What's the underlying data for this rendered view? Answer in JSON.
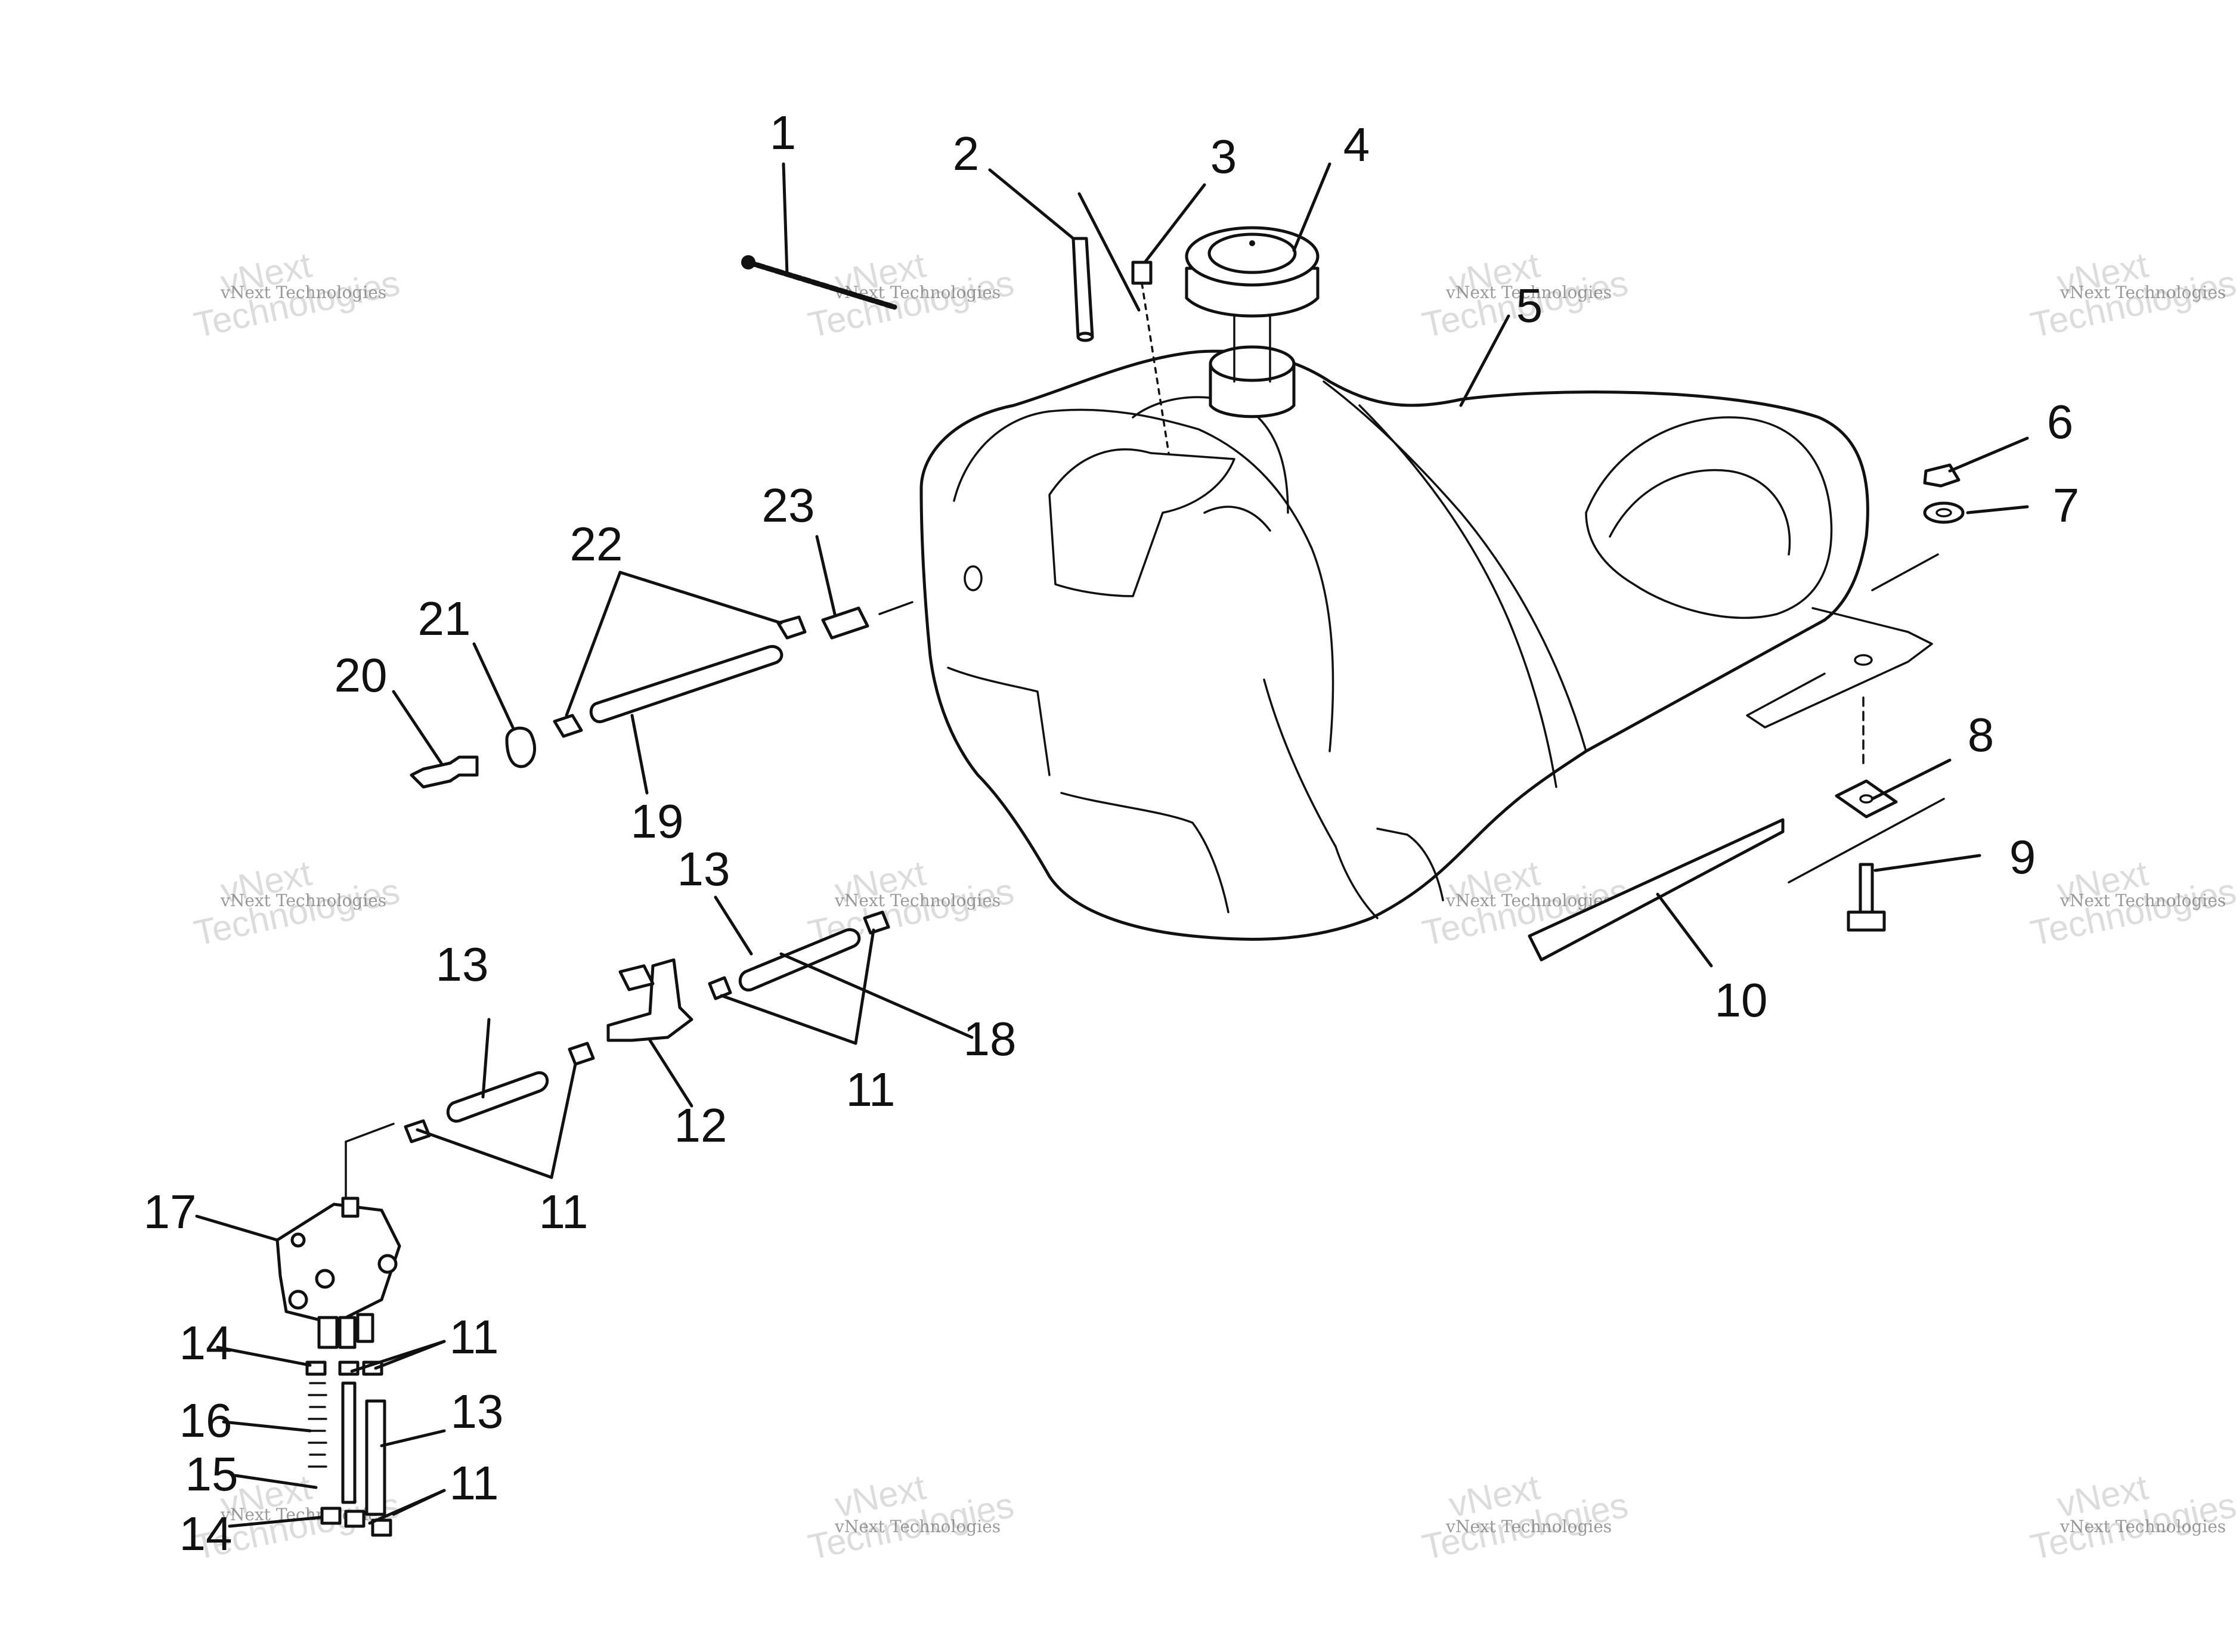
{
  "callouts": {
    "c1": "1",
    "c2": "2",
    "c3": "3",
    "c4": "4",
    "c5": "5",
    "c6": "6",
    "c7": "7",
    "c8": "8",
    "c9": "9",
    "c10": "10",
    "c11a": "11",
    "c11b": "11",
    "c11c": "11",
    "c11d": "11",
    "c12": "12",
    "c13a": "13",
    "c13b": "13",
    "c13c": "13",
    "c14a": "14",
    "c14b": "14",
    "c15": "15",
    "c16": "16",
    "c17": "17",
    "c18": "18",
    "c19": "19",
    "c20": "20",
    "c21": "21",
    "c22": "22",
    "c23": "23"
  },
  "watermark": {
    "brand_line1": "vNext",
    "brand_line2": "Technologies",
    "caption": "vNext Technologies"
  }
}
